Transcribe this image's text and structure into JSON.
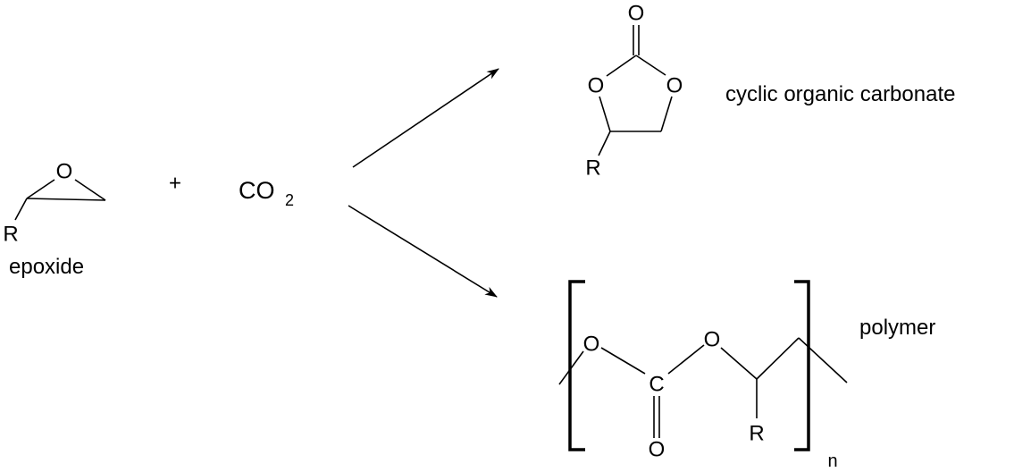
{
  "reactants": {
    "epoxide": {
      "ring_atom": "O",
      "substituent": "R",
      "label": "epoxide"
    },
    "plus": "+",
    "co2": {
      "main": "CO",
      "subscript": "2"
    }
  },
  "products": {
    "cyclic": {
      "atoms": {
        "carbonyl_o": "O",
        "ring_o_left": "O",
        "ring_o_right": "O",
        "substituent": "R"
      },
      "label": "cyclic organic carbonate"
    },
    "polymer": {
      "atoms": {
        "o1": "O",
        "c": "C",
        "carbonyl_o": "O",
        "o2": "O",
        "substituent": "R"
      },
      "repeat": "n",
      "label": "polymer"
    }
  },
  "colors": {
    "ink": "#000000",
    "background": "#ffffff"
  }
}
